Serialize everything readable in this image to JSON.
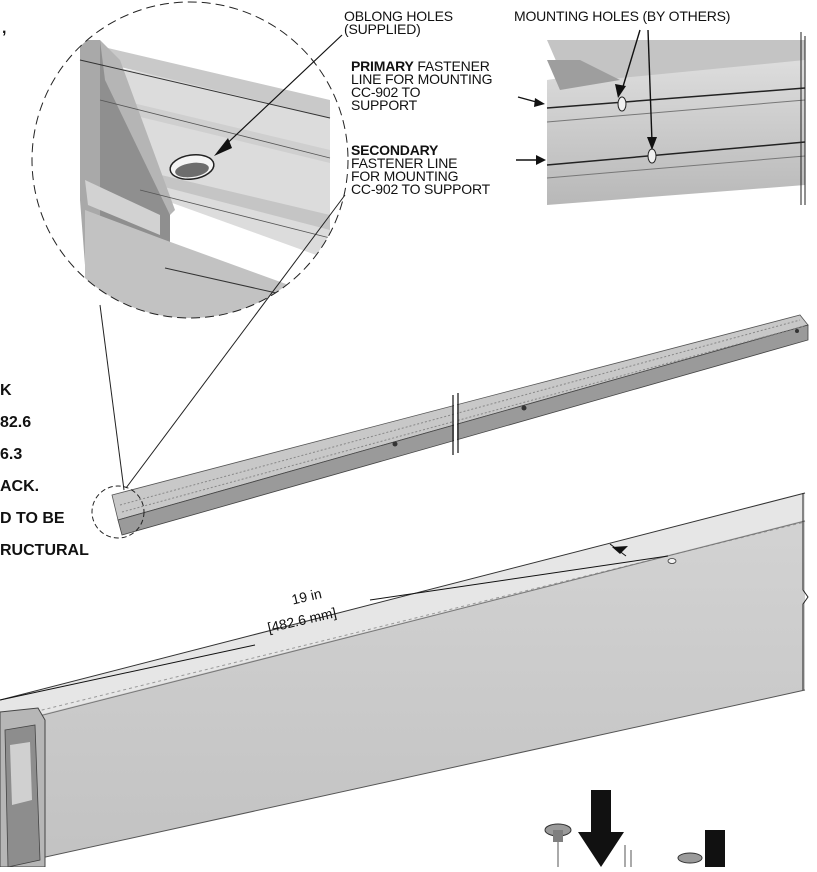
{
  "labels": {
    "oblong_holes_1": "OBLONG HOLES",
    "oblong_holes_2": "(SUPPLIED)",
    "mounting_holes": "MOUNTING HOLES (BY OTHERS)",
    "primary_bold": "PRIMARY",
    "primary_1": " FASTENER",
    "primary_2": "LINE FOR MOUNTING",
    "primary_3": "CC-902 TO",
    "primary_4": "SUPPORT",
    "secondary_bold": "SECONDARY",
    "secondary_1": "FASTENER LINE",
    "secondary_2": "FOR MOUNTING",
    "secondary_3": "CC-902 TO SUPPORT"
  },
  "notes": [
    ",",
    "K",
    "82.6",
    "6.3",
    "ACK.",
    "D TO BE",
    "RUCTURAL"
  ],
  "dimension": {
    "value": "19 in",
    "metric": "[482.6 mm]"
  }
}
